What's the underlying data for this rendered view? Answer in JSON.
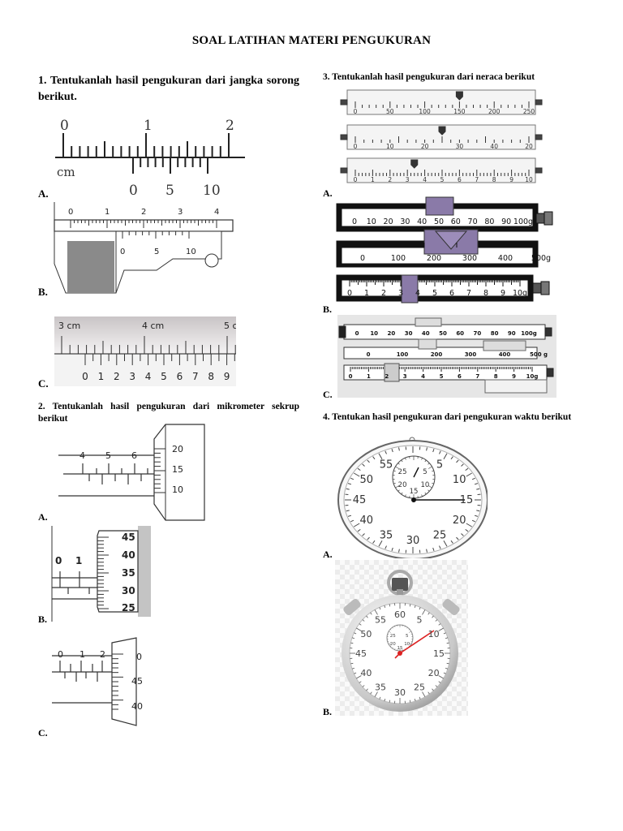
{
  "title": "SOAL LATIHAN MATERI PENGUKURAN",
  "q1": {
    "text": "1. Tentukanlah hasil pengukuran  dari jangka sorong berikut.",
    "options": [
      "A.",
      "B.",
      "C."
    ],
    "figA": {
      "main": [
        "0",
        "1",
        "2"
      ],
      "vernier": [
        "0",
        "5",
        "10"
      ],
      "unit": "cm"
    },
    "figB": {
      "main": [
        "0",
        "1",
        "2",
        "3",
        "4"
      ],
      "vernier": [
        "0",
        "5",
        "10"
      ]
    },
    "figC": {
      "main": [
        "3 cm",
        "4 cm",
        "5 c"
      ],
      "vernier": [
        "0",
        "1",
        "2",
        "3",
        "4",
        "5",
        "6",
        "7",
        "8",
        "9"
      ]
    }
  },
  "q2": {
    "text": "2. Tentukanlah hasil pengukuran dari mikrometer sekrup berikut",
    "options": [
      "A.",
      "B.",
      "C."
    ],
    "figA": {
      "sleeve": [
        "4",
        "5",
        "6"
      ],
      "thimble": [
        "20",
        "15",
        "10"
      ]
    },
    "figB": {
      "sleeve": [
        "0",
        "1"
      ],
      "thimble": [
        "45",
        "40",
        "35",
        "30",
        "25"
      ]
    },
    "figC": {
      "sleeve": [
        "0",
        "1",
        "2"
      ],
      "thimble": [
        "0",
        "45",
        "40"
      ]
    }
  },
  "q3": {
    "text": "3. Tentukanlah hasil pengukuran dari neraca berikut",
    "options": [
      "A.",
      "B.",
      "C."
    ],
    "figA": {
      "beam1": [
        "0",
        "50",
        "100",
        "150",
        "200",
        "250"
      ],
      "beam2": [
        "0",
        "10",
        "20",
        "30",
        "40",
        "20"
      ],
      "beam3": [
        "0",
        "1",
        "2",
        "3",
        "4",
        "5",
        "6",
        "7",
        "8",
        "9",
        "10"
      ]
    },
    "figB": {
      "beam1": [
        "0",
        "10",
        "20",
        "30",
        "40",
        "50",
        "60",
        "70",
        "80",
        "90",
        "100g"
      ],
      "beam2": [
        "0",
        "100",
        "200",
        "300",
        "400",
        "500g"
      ],
      "beam3": [
        "0",
        "1",
        "2",
        "3",
        "4",
        "5",
        "6",
        "7",
        "8",
        "9",
        "10g"
      ]
    },
    "figC": {
      "beam1": [
        "0",
        "10",
        "20",
        "30",
        "40",
        "50",
        "60",
        "70",
        "80",
        "90",
        "100g"
      ],
      "beam2": [
        "0",
        "100",
        "200",
        "300",
        "400",
        "500 g"
      ],
      "beam3": [
        "0",
        "1",
        "2",
        "3",
        "4",
        "5",
        "6",
        "7",
        "8",
        "9",
        "10g"
      ]
    }
  },
  "q4": {
    "text": "4. Tentukan hasil pengukuran dari pengukuran waktu berikut",
    "options": [
      "A.",
      "B."
    ],
    "figA": {
      "dial": [
        "55",
        "5",
        "50",
        "10",
        "45",
        "15",
        "40",
        "20",
        "35",
        "30",
        "25"
      ],
      "subdial": [
        "25",
        "5",
        "20",
        "10",
        "15"
      ]
    },
    "figB": {
      "dial": [
        "60",
        "55",
        "5",
        "50",
        "10",
        "45",
        "15",
        "40",
        "20",
        "35",
        "30",
        "25"
      ],
      "subdial": [
        "25",
        "5",
        "20",
        "10",
        "15"
      ]
    }
  }
}
